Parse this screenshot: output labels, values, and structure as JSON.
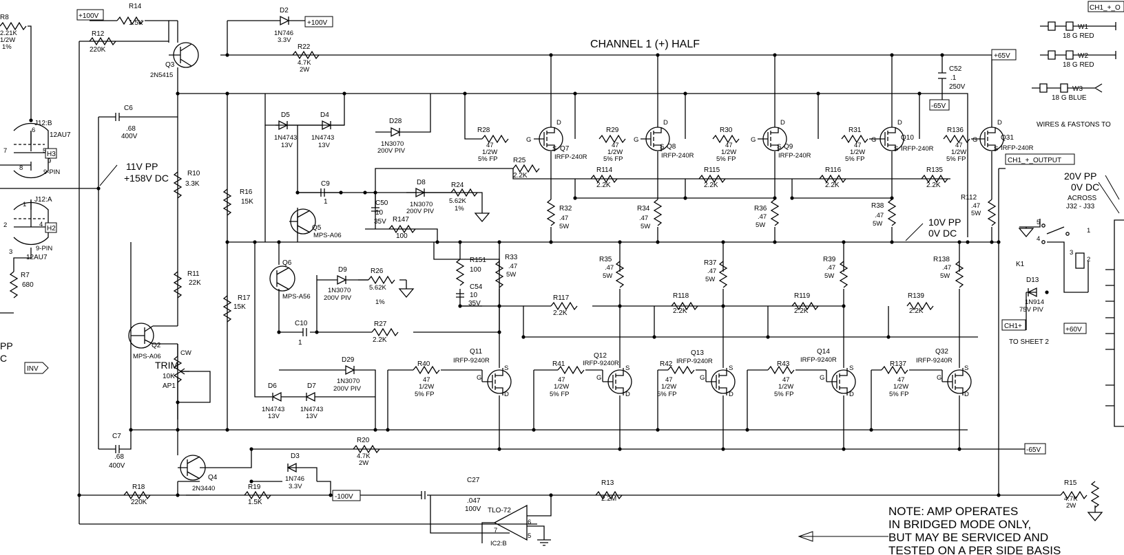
{
  "title": "CHANNEL 1 (+) HALF",
  "rail_labels": {
    "plus100_a": "+100V",
    "plus100_b": "+100V",
    "plus65": "+65V",
    "minus65_a": "-65V",
    "minus65_b": "-65V",
    "minus100": "-100V",
    "plus60": "+60V",
    "ch1_plus": "CH1+",
    "inv": "INV",
    "ch1_output": "CH1_+_OUTPUT",
    "ch1_o": "CH1_+_O",
    "h3": "H3",
    "h2": "H2"
  },
  "annotations": {
    "v11pp": "11V PP",
    "v158dc": "+158V DC",
    "v10pp": "10V PP",
    "v0dc_a": "0V DC",
    "v20pp": "20V PP",
    "v0dc_b": "0V DC",
    "across": "ACROSS",
    "j32j33": "J32 - J33",
    "pp_left": "PP",
    "c_left": "C",
    "to_sheet2": "TO SHEET 2",
    "wires_title": "WIRES & FASTONS TO",
    "note": [
      "NOTE: AMP OPERATES",
      "IN BRIDGED MODE ONLY,",
      "BUT MAY BE SERVICED AND",
      "TESTED ON A PER SIDE BASIS"
    ]
  },
  "wires": [
    {
      "name": "W1",
      "spec": "18 G RED"
    },
    {
      "name": "W2",
      "spec": "18 G RED"
    },
    {
      "name": "W3",
      "spec": "18 G BLUE"
    }
  ],
  "tubes": {
    "j12b": "J12:B",
    "j12b_type": "12AU7",
    "j12b_pins": "9-PIN",
    "j12a": "J12:A",
    "j12a_type": "12AU7",
    "j12a_pins": "9-PIN",
    "pins": [
      "6",
      "7",
      "8",
      "9",
      "5",
      "1",
      "2",
      "3",
      "4"
    ]
  },
  "components": {
    "R8": [
      "R8",
      "2.21K",
      "1/2W",
      "1%"
    ],
    "R14": [
      "R14",
      "1.5K"
    ],
    "R12": [
      "R12",
      "220K"
    ],
    "D2": [
      "D2",
      "1N746",
      "3.3V"
    ],
    "R22": [
      "R22",
      "4.7K",
      "2W"
    ],
    "Q3": [
      "Q3",
      "2N5415"
    ],
    "C52": [
      "C52",
      ".1",
      "250V"
    ],
    "C6": [
      "C6",
      ".68",
      "400V"
    ],
    "D5": [
      "D5",
      "1N4743",
      "13V"
    ],
    "D4": [
      "D4",
      "1N4743",
      "13V"
    ],
    "D28": [
      "D28",
      "1N3070",
      "200V PIV"
    ],
    "R10": [
      "R10",
      "3.3K"
    ],
    "R16": [
      "R16",
      "15K"
    ],
    "C9": [
      "C9",
      "1"
    ],
    "C50": [
      "C50",
      "10",
      "35V"
    ],
    "D8": [
      "D8",
      "1N3070",
      "200V PIV"
    ],
    "R24": [
      "R24",
      "5.62K",
      "1%"
    ],
    "R147": [
      "R147",
      "100"
    ],
    "Q5": [
      "Q5",
      "MPS-A06"
    ],
    "R28": [
      "R28",
      "47",
      "1/2W",
      "5% FP"
    ],
    "R25": [
      "R25",
      "2.2K"
    ],
    "R29": [
      "R29",
      "47",
      "1/2W",
      "5% FP"
    ],
    "R30": [
      "R30",
      "47",
      "1/2W",
      "5% FP"
    ],
    "R31": [
      "R31",
      "47",
      "1/2W",
      "5% FP"
    ],
    "R136": [
      "R136",
      "47",
      "1/2W",
      "5% FP"
    ],
    "Q7": [
      "Q7",
      "IRFP-240R"
    ],
    "Q8": [
      "Q8",
      "IRFP-240R"
    ],
    "Q9": [
      "Q9",
      "IRFP-240R"
    ],
    "Q10": [
      "Q10",
      "IRFP-240R"
    ],
    "Q31": [
      "Q31",
      "IRFP-240R"
    ],
    "R114": [
      "R114",
      "2.2K"
    ],
    "R115": [
      "R115",
      "2.2K"
    ],
    "R116": [
      "R116",
      "2.2K"
    ],
    "R135": [
      "R135",
      "2.2K"
    ],
    "R32": [
      "R32",
      ".47",
      "5W"
    ],
    "R34": [
      "R34",
      ".47",
      "5W"
    ],
    "R36": [
      "R36",
      ".47",
      "5W"
    ],
    "R38": [
      "R38",
      ".47",
      "5W"
    ],
    "R112": [
      "R112",
      ".47",
      "5W"
    ],
    "R11": [
      "R11",
      "22K"
    ],
    "R17": [
      "R17",
      "15K"
    ],
    "Q6": [
      "Q6",
      "MPS-A56"
    ],
    "D9": [
      "D9",
      "1N3070",
      "200V PIV"
    ],
    "R26": [
      "R26",
      "5.62K",
      "1%"
    ],
    "R151": [
      "R151",
      "100"
    ],
    "C54": [
      "C54",
      "10",
      "35V"
    ],
    "R33": [
      "R33",
      ".47",
      "5W"
    ],
    "R35": [
      "R35",
      ".47",
      "5W"
    ],
    "R37": [
      "R37",
      ".47",
      "5W"
    ],
    "R39": [
      "R39",
      ".47",
      "5W"
    ],
    "R138": [
      "R138",
      ".47",
      "5W"
    ],
    "R117": [
      "R117",
      "2.2K"
    ],
    "R118": [
      "R118",
      "2.2K"
    ],
    "R119": [
      "R119",
      "2.2K"
    ],
    "R139": [
      "R139",
      "2.2K"
    ],
    "C10": [
      "C10",
      "1"
    ],
    "R27": [
      "R27",
      "2.2K"
    ],
    "Q2": [
      "Q2",
      "MPS-A06"
    ],
    "TRIM": [
      "TRIM",
      "10K",
      "AP1",
      "CW"
    ],
    "D29": [
      "D29",
      "1N3070",
      "200V PIV"
    ],
    "D6": [
      "D6",
      "1N4743",
      "13V"
    ],
    "D7": [
      "D7",
      "1N4743",
      "13V"
    ],
    "R40": [
      "R40",
      "47",
      "1/2W",
      "5% FP"
    ],
    "R41": [
      "R41",
      "47",
      "1/2W",
      "5% FP"
    ],
    "R42": [
      "R42",
      "47",
      "1/2W",
      "5% FP"
    ],
    "R43": [
      "R43",
      "47",
      "1/2W",
      "5% FP"
    ],
    "R137": [
      "R137",
      "47",
      "1/2W",
      "5% FP"
    ],
    "Q11": [
      "Q11",
      "IRFP-9240R"
    ],
    "Q12": [
      "Q12",
      "IRFP-9240R"
    ],
    "Q13": [
      "Q13",
      "IRFP-9240R"
    ],
    "Q14": [
      "Q14",
      "IRFP-9240R"
    ],
    "Q32": [
      "Q32",
      "IRFP-9240R"
    ],
    "C7": [
      "C7",
      ".68",
      "400V"
    ],
    "R20": [
      "R20",
      "4.7K",
      "2W"
    ],
    "D3": [
      "D3",
      "1N746",
      "3.3V"
    ],
    "Q4": [
      "Q4",
      "2N3440"
    ],
    "R18": [
      "R18",
      "220K"
    ],
    "R19": [
      "R19",
      "1.5K"
    ],
    "C27": [
      "C27",
      ".047",
      "100V"
    ],
    "R13": [
      "R13",
      "2.2M"
    ],
    "R15": [
      "R15",
      "4.7K",
      "2W"
    ],
    "IC2B": [
      "TLO-72",
      "IC2:B",
      "7",
      "6",
      "5"
    ],
    "R7": [
      "R7",
      "680"
    ],
    "K1": [
      "K1",
      "1",
      "2",
      "3",
      "4",
      "5"
    ],
    "D13": [
      "D13",
      "1N914",
      "75V PIV"
    ]
  },
  "pin_letters": {
    "g": "G",
    "d": "D",
    "s": "S"
  }
}
